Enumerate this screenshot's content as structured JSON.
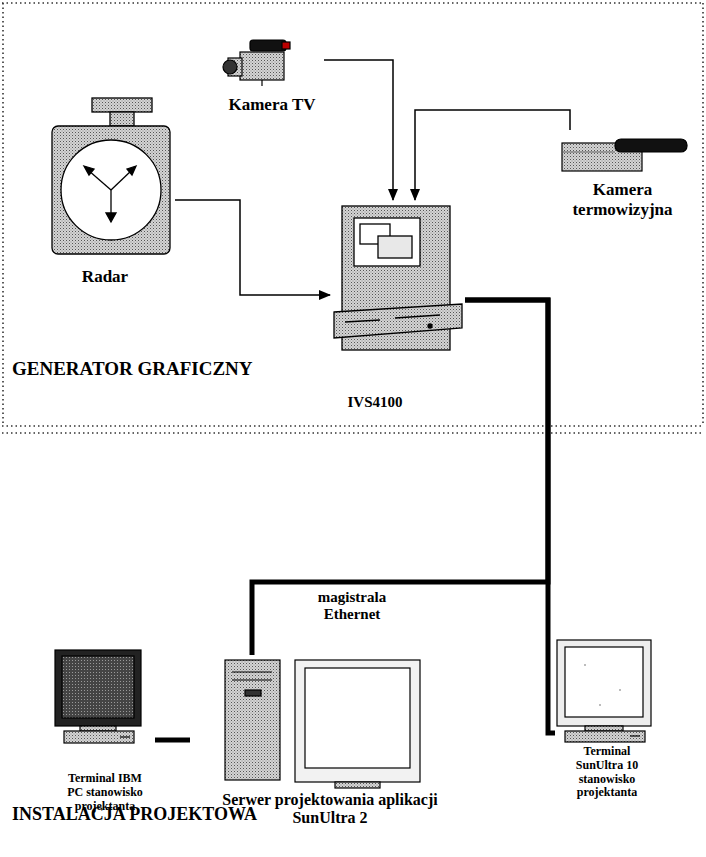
{
  "diagram": {
    "nodes": [
      {
        "text": [
          "GENERATOR GRAFICZNY"
        ]
      },
      {
        "text": [
          "Kamera TV"
        ],
        "in": 0
      },
      {
        "text": [
          "Kamera termowizyjna"
        ],
        "in": 0
      },
      {
        "text": [
          "Radar"
        ],
        "in": 0
      },
      {
        "text": [
          "IVS4100"
        ],
        "in": 0
      },
      {
        "text": [
          "INSTALACJA PROJEKTOWA"
        ]
      },
      {
        "text": [
          "Terminal IBM PC stanowisko projektanta"
        ],
        "in": 5
      },
      {
        "text": [
          "Serwer projektowania aplikacji SunUltra 2"
        ],
        "in": 5
      },
      {
        "text": [
          "Terminal SunUltra 10 stanowisko projektanta"
        ],
        "in": 5
      }
    ],
    "edges": [
      {
        "from": 1,
        "to": 4,
        "arrow": "to"
      },
      {
        "from": 2,
        "to": 4,
        "arrow": "to"
      },
      {
        "from": 3,
        "to": 4,
        "arrow": "to"
      },
      {
        "from": 4,
        "to": 7,
        "label": "magistrala Ethernet",
        "arrow": "none"
      },
      {
        "from": 4,
        "to": 8,
        "arrow": "none"
      },
      {
        "from": 6,
        "to": 7,
        "arrow": "none"
      }
    ]
  }
}
